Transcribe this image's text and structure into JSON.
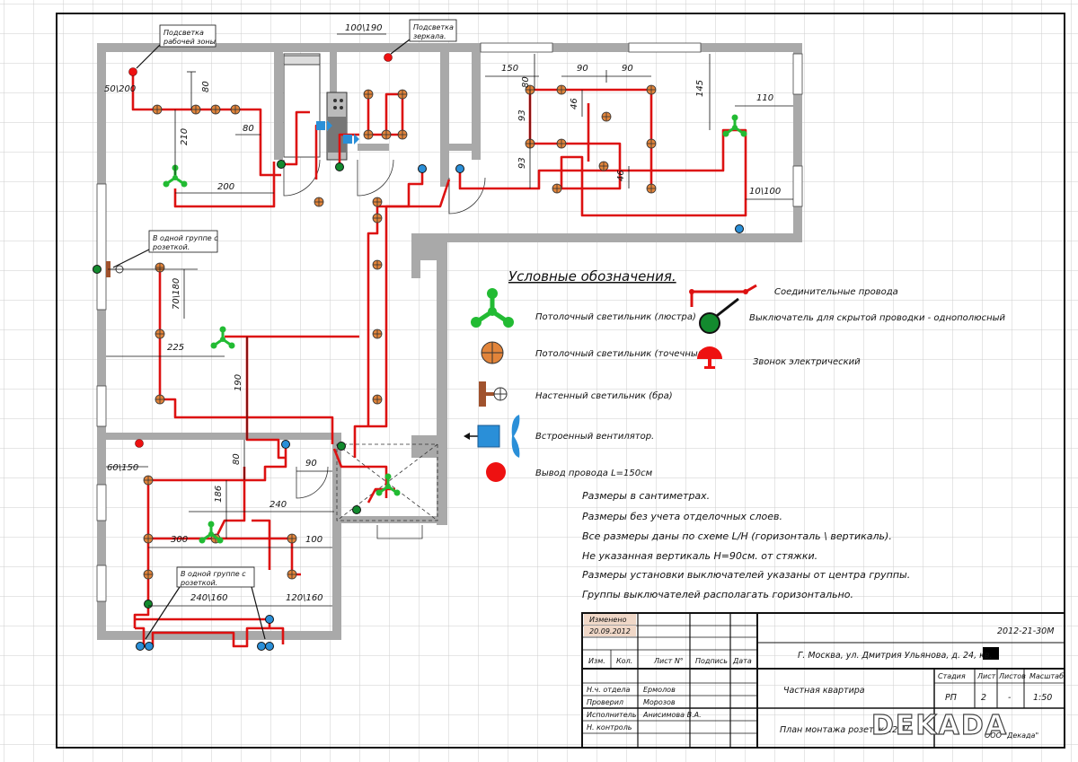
{
  "legend": {
    "title": "Условные обозначения.",
    "items": [
      {
        "key": "wires",
        "label": "Соединительные провода"
      },
      {
        "key": "switch",
        "label": "Выключатель для скрытой проводки - однополюсный"
      },
      {
        "key": "bell",
        "label": "Звонок электрический"
      },
      {
        "key": "chandelier",
        "label": "Потолочный светильник (люстра)"
      },
      {
        "key": "spot",
        "label": "Потолочный светильник (точечный)"
      },
      {
        "key": "sconce",
        "label": "Настенный светильник (бра)"
      },
      {
        "key": "fan",
        "label": "Встроенный вентилятор."
      },
      {
        "key": "outlet",
        "label": "Вывод провода L=150см"
      }
    ]
  },
  "notes": [
    "Размеры в сантиметрах.",
    "Размеры без учета отделочных слоев.",
    "Все размеры даны по схеме L/H (горизонталь \\ вертикаль).",
    "Не указанная вертикаль H=90см. от стяжки.",
    "Размеры установки выключателей указаны от центра группы.",
    "Группы выключателей располагать горизонтально."
  ],
  "callouts": {
    "work_zone": [
      "Подсветка",
      "рабочей зоны"
    ],
    "mirror": [
      "Подсветка",
      "зеркала."
    ],
    "group1": [
      "В одной группе с",
      "розеткой."
    ],
    "group2": [
      "В одной группе с",
      "розеткой."
    ]
  },
  "dimensions": {
    "d50_200": "50\\200",
    "d80a": "80",
    "d210": "210",
    "d80b": "80",
    "d200": "200",
    "d100_190": "100\\190",
    "d150": "150",
    "d90a": "90",
    "d90b": "90",
    "d80c": "80",
    "d93a": "93",
    "d93b": "93",
    "d46a": "46",
    "d46b": "46",
    "d145": "145",
    "d110": "110",
    "d10_100": "10\\100",
    "d70_180": "70\\180",
    "d225": "225",
    "d190": "190",
    "d60_150": "60\\150",
    "d80d": "80",
    "d90c": "90",
    "d186": "186",
    "d240": "240",
    "d300": "300",
    "d100": "100",
    "d240_160": "240\\160",
    "d120_160": "120\\160"
  },
  "title_block": {
    "changed": "Изменено",
    "date": "20.09.2012",
    "code": "2012-21-30М",
    "address": "Г. Москва, ул. Дмитрия Ульянова, д. 24, кв.",
    "headers": [
      "Изм.",
      "Кол.",
      "Лист N°",
      "Подпись",
      "Дата"
    ],
    "roles": [
      {
        "role": "Н.ч. отдела",
        "name": "Ермолов"
      },
      {
        "role": "Проверил",
        "name": "Морозов"
      },
      {
        "role": "Исполнитель",
        "name": "Анисимова В.А."
      },
      {
        "role": "Н. контроль",
        "name": ""
      }
    ],
    "object": "Частная квартира",
    "sheet_title": "План монтажа розеток 220V",
    "stage_label": "Стадия",
    "sheet_label": "Лист",
    "sheets_label": "Листов",
    "scale_label": "Масштаб",
    "stage": "РП",
    "sheet": "2",
    "sheets": "-",
    "scale": "1:50",
    "org": "ООО \"Декада\""
  },
  "watermark": "DEKADA",
  "colors": {
    "wire": "#dd1111",
    "wall": "#aaaaaa",
    "grid": "#cccccc",
    "green": "#22bb33",
    "blue": "#2a8fd8",
    "spot": "#e2843a"
  }
}
